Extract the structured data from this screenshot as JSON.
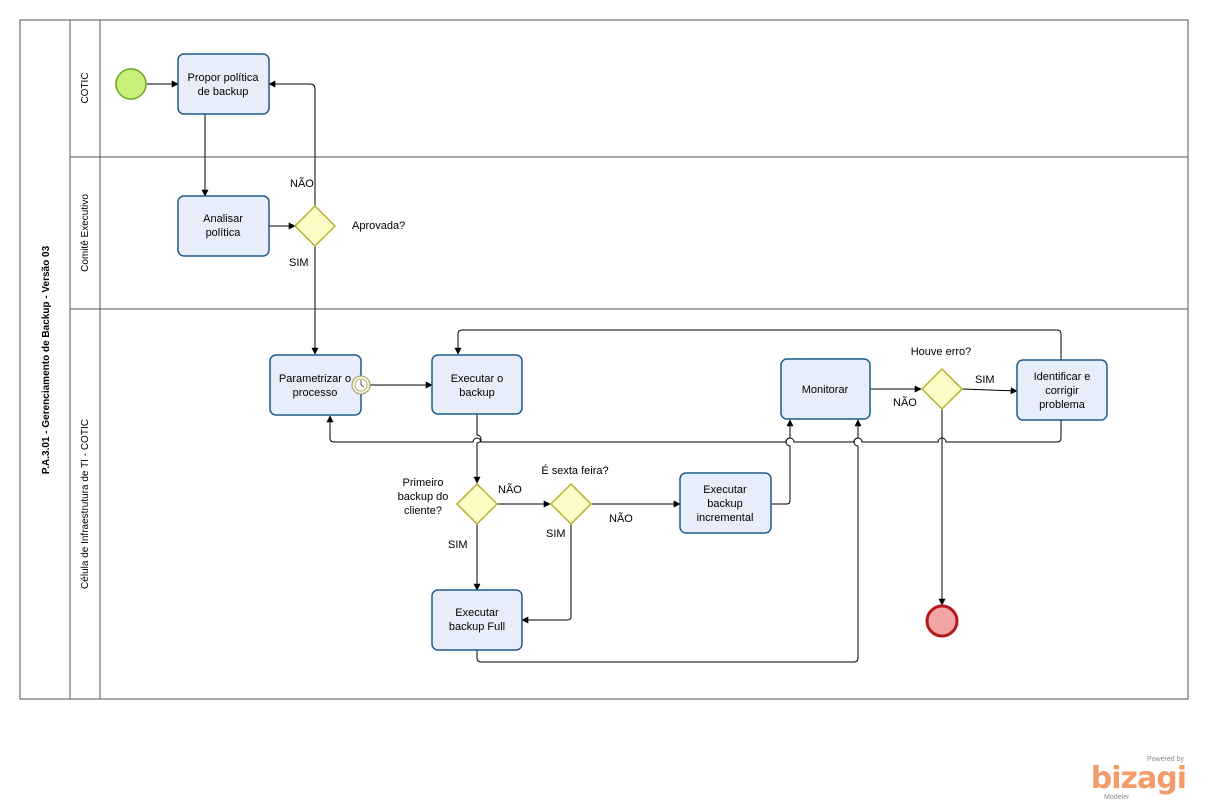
{
  "pool": {
    "title": "P.A.3.01 - Gerenciamento de Backup - Versão 03"
  },
  "lanes": [
    "COTIC",
    "Comitê Executivo",
    "Célula de Infraestrutura de TI - COTIC"
  ],
  "tasks": {
    "propor": [
      "Propor política",
      "de backup"
    ],
    "analisar": [
      "Analisar",
      "política"
    ],
    "parametrizar": [
      "Parametrizar  o",
      "processo"
    ],
    "executar": [
      "Executar o",
      "backup"
    ],
    "monitorar": [
      "Monitorar"
    ],
    "identificar": [
      "Identificar e",
      "corrigir",
      "problema"
    ],
    "incremental": [
      "Executar",
      "backup",
      "incremental"
    ],
    "full": [
      "Executar",
      "backup Full"
    ]
  },
  "gateways": {
    "aprovada": [
      "Aprovada?"
    ],
    "houve_erro": [
      "Houve erro?"
    ],
    "primeiro": [
      "Primeiro",
      "backup do",
      "cliente?"
    ],
    "sexta": [
      "É sexta feira?"
    ]
  },
  "edge_labels": {
    "nao_aprovada": "NÃO",
    "sim_aprovada": "SIM",
    "sim_erro": "SIM",
    "nao_erro": "NÃO",
    "nao_primeiro": "NÃO",
    "sim_primeiro": "SIM",
    "sim_sexta": "SIM",
    "nao_sexta": "NÃO"
  },
  "colors": {
    "task_fill": "#e8eef9",
    "task_stroke": "#1f5c8b",
    "gateway_fill": "#fdfcc7",
    "gateway_stroke": "#b6b032",
    "start_fill": "#c8f07a",
    "start_stroke": "#6aa51e",
    "end_fill": "#f2a5a5",
    "end_stroke": "#b31a1a"
  },
  "branding": {
    "powered": "Powered by",
    "name": "bizagi",
    "sub": "Modeler"
  }
}
